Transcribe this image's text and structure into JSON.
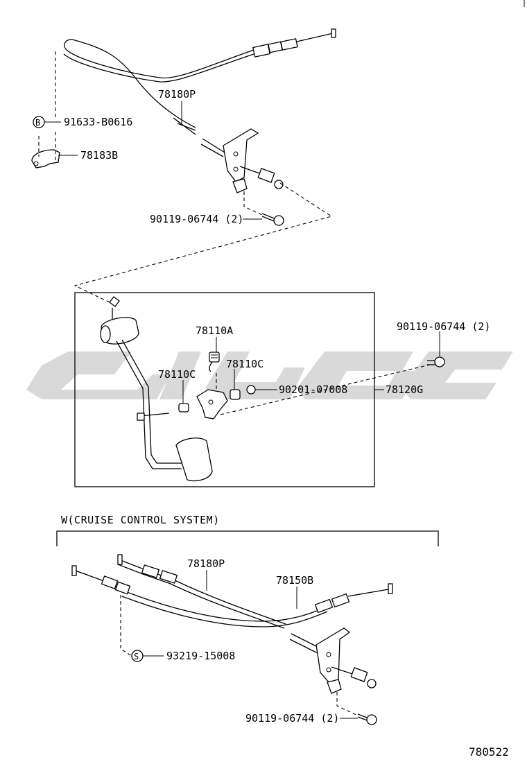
{
  "callouts": {
    "p78180P_top": "78180P",
    "p91633": "91633-B0616",
    "p78183B": "78183B",
    "p90119_top": "90119-06744 (2)",
    "p78110A": "78110A",
    "p78110C_left": "78110C",
    "p78110C_right": "78110C",
    "p90201": "90201-07008",
    "p78120G": "78120G",
    "p90119_right": "90119-06744 (2)",
    "p78180P_bottom": "78180P",
    "p78150B": "78150B",
    "p93219": "93219-15008",
    "p90119_bottom": "90119-06744 (2)"
  },
  "markers": {
    "circle_b": "B",
    "circle_s": "S"
  },
  "variant_label": "W(CRUISE CONTROL SYSTEM)",
  "diagram_number": "780522",
  "watermark_color": "#d9d9d9"
}
